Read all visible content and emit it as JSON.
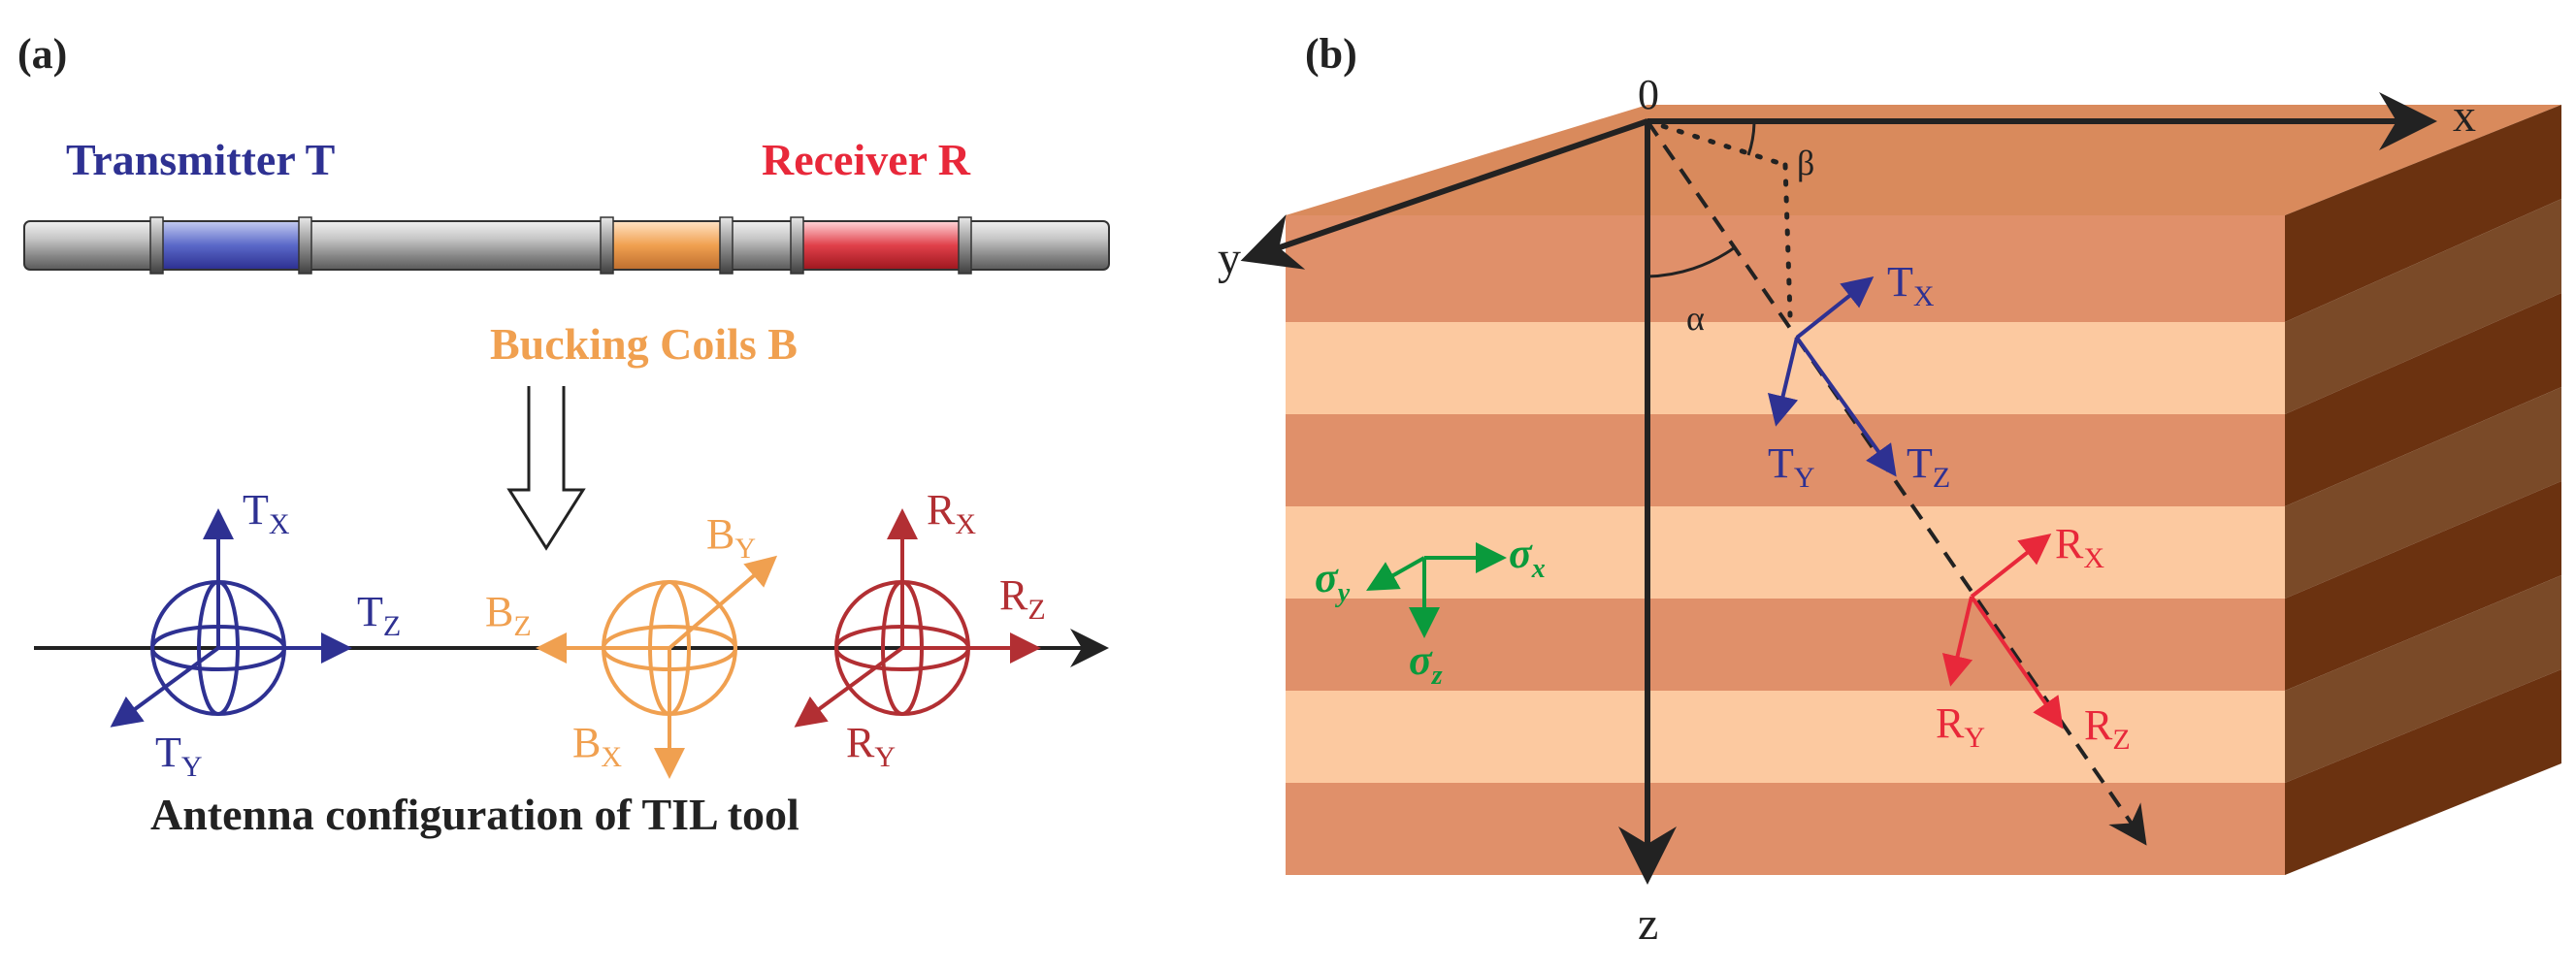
{
  "panel_a": {
    "label": "(a)",
    "transmitter_title": "Transmitter T",
    "receiver_title": "Receiver R",
    "bucking_title": "Bucking Coils  B",
    "caption": "Antenna configuration of TIL tool",
    "antennas": {
      "T": {
        "x": "T",
        "xs": "X",
        "y": "T",
        "ys": "Y",
        "z": "T",
        "zs": "Z"
      },
      "B": {
        "x": "B",
        "xs": "X",
        "y": "B",
        "ys": "Y",
        "z": "B",
        "zs": "Z"
      },
      "R": {
        "x": "R",
        "xs": "X",
        "y": "R",
        "ys": "Y",
        "z": "R",
        "zs": "Z"
      }
    }
  },
  "panel_b": {
    "label": "(b)",
    "origin": "0",
    "axis_x": "x",
    "axis_y": "y",
    "axis_z": "z",
    "alpha": "α",
    "beta": "β",
    "tx": {
      "x": "T",
      "xs": "X",
      "y": "T",
      "ys": "Y",
      "z": "T",
      "zs": "Z"
    },
    "rx": {
      "x": "R",
      "xs": "X",
      "y": "R",
      "ys": "Y",
      "z": "R",
      "zs": "Z"
    },
    "sigma": {
      "x": "σ",
      "xs": "x",
      "y": "σ",
      "ys": "y",
      "z": "σ",
      "zs": "z"
    }
  },
  "colors": {
    "transmitter": "#2e3192",
    "receiver": "#e8283a",
    "bucking": "#f0a050",
    "receiver_dark": "#b22f33",
    "sigma": "#0a9a3c",
    "layer_dark": "#e0906a",
    "layer_light": "#fcc9a0",
    "top_face": "#d98a5c",
    "side_dark": "#6b3210",
    "side_light": "#7a4a28"
  }
}
